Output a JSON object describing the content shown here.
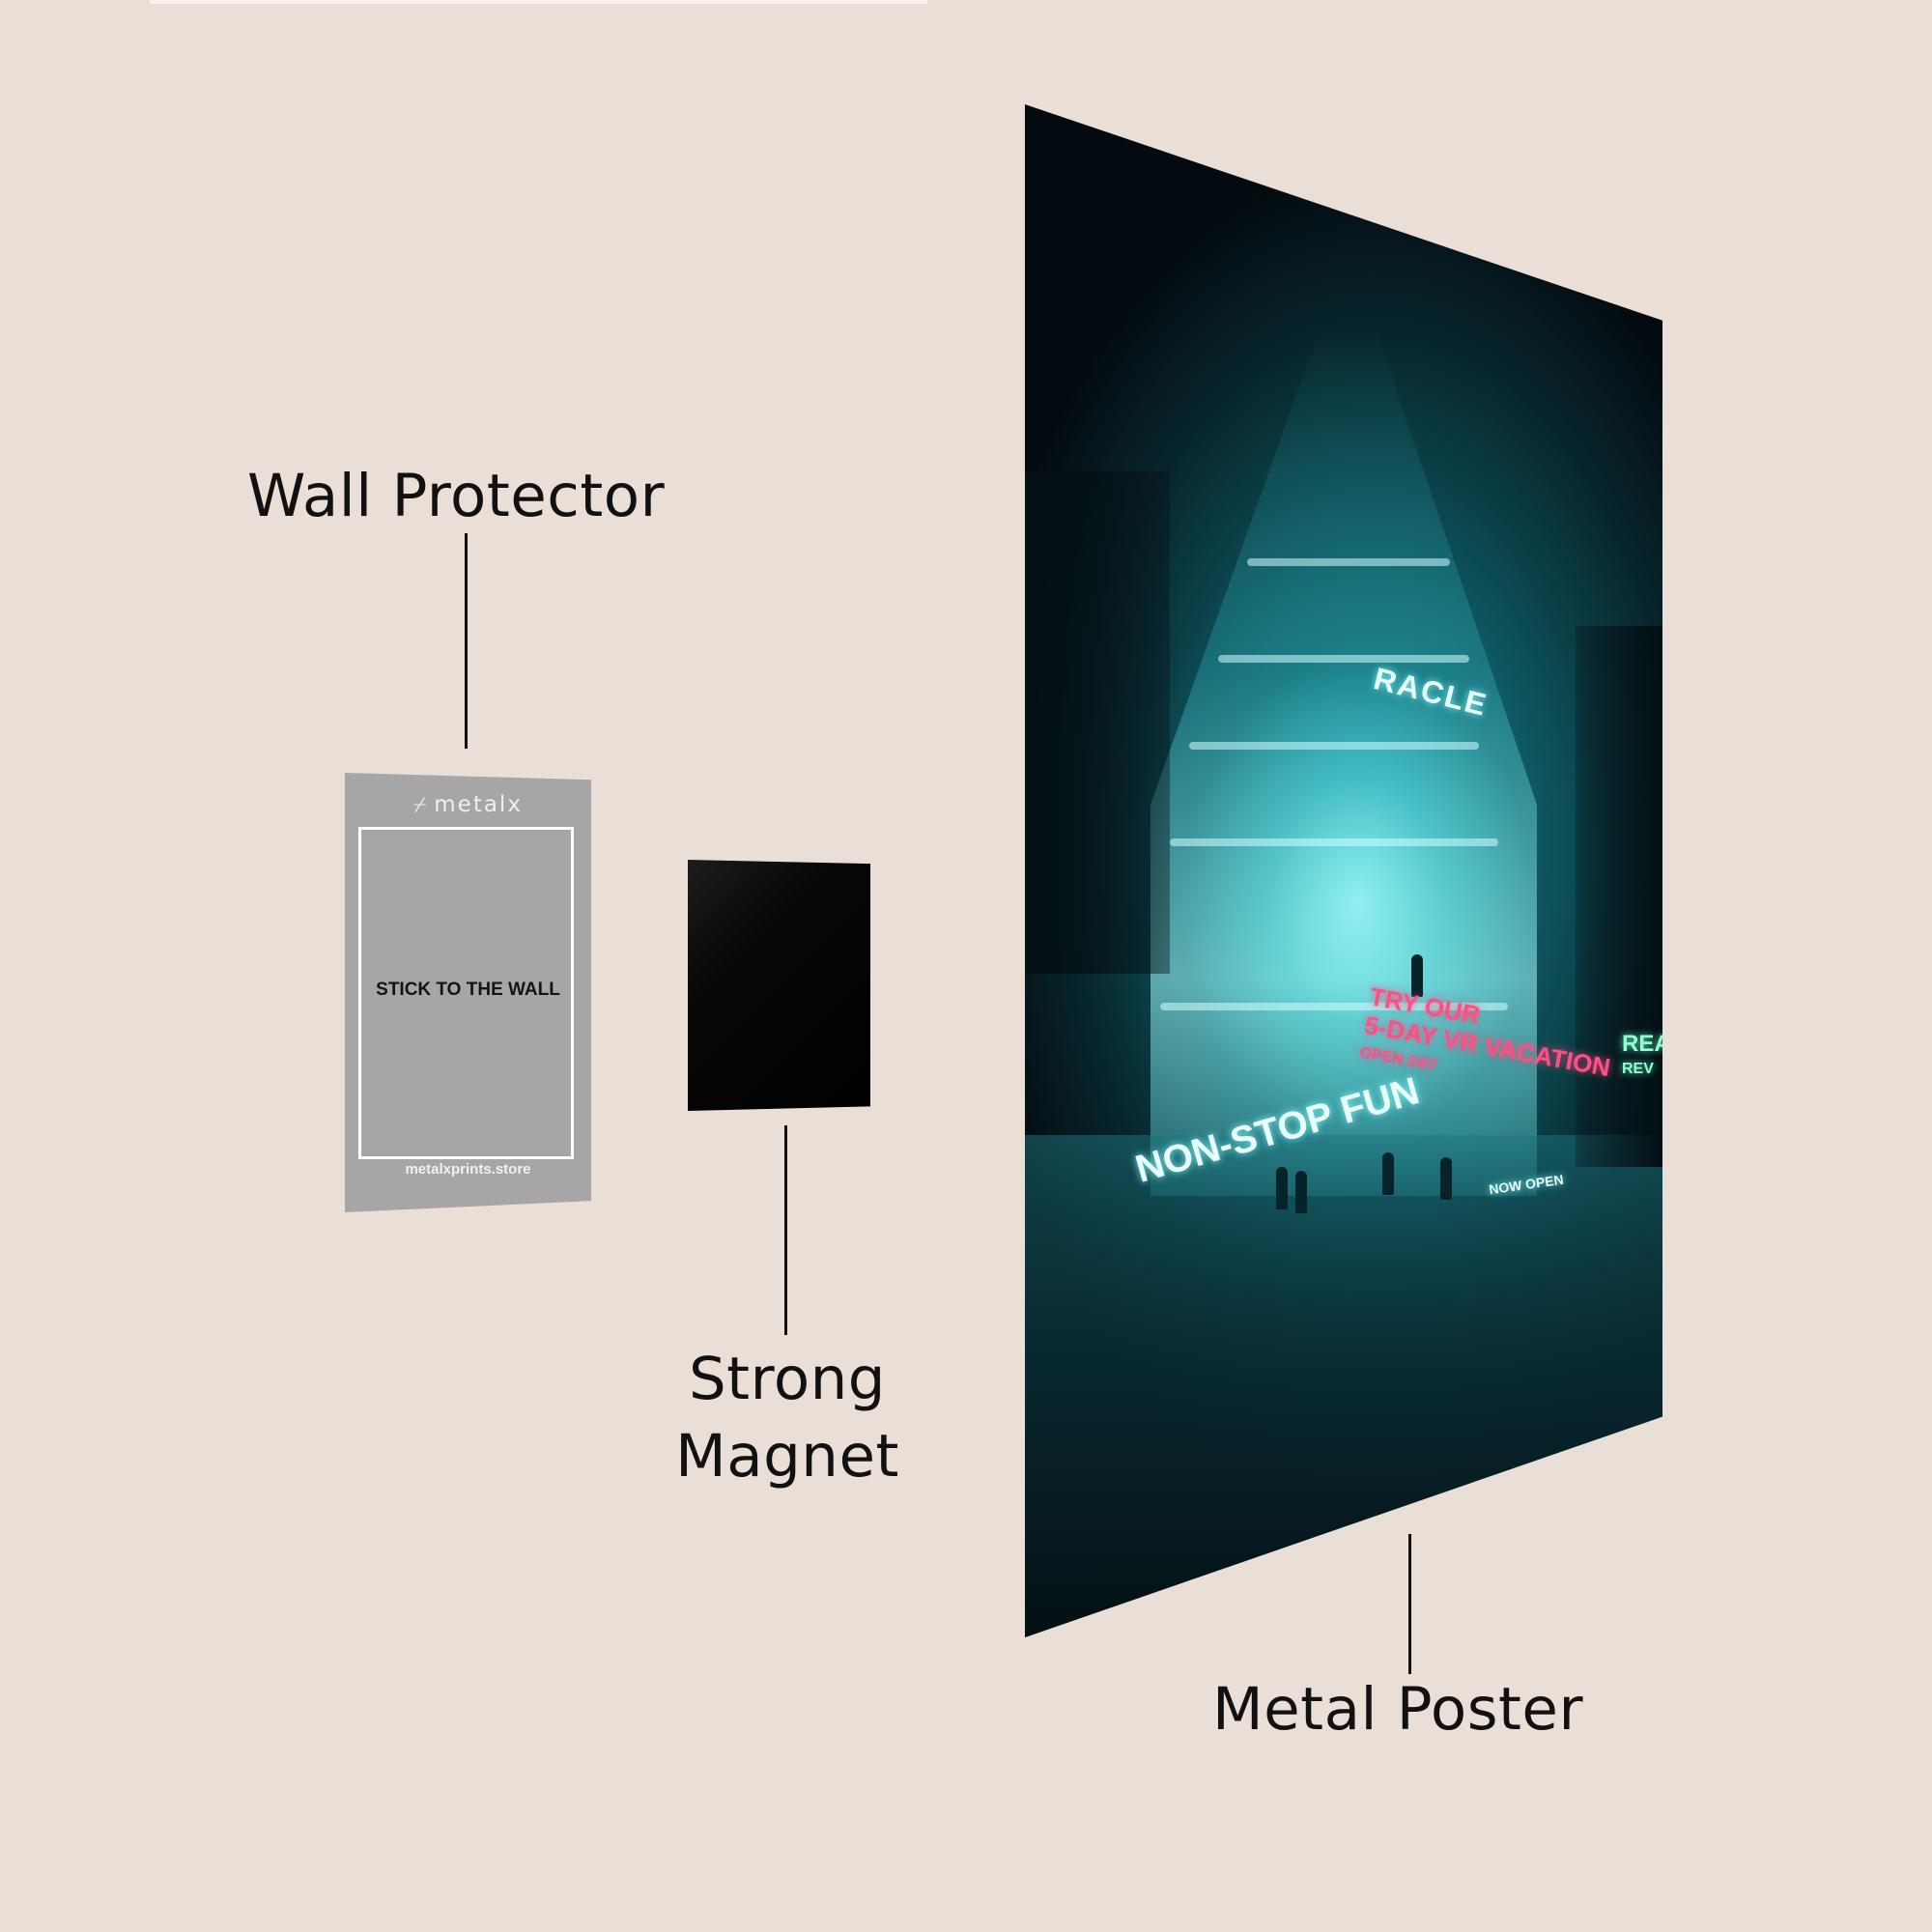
{
  "labels": {
    "wall_protector": "Wall Protector",
    "strong_magnet_line1": "Strong",
    "strong_magnet_line2": "Magnet",
    "metal_poster": "Metal Poster"
  },
  "protector_card": {
    "brand": "metalx",
    "instruction": "STICK TO THE WALL",
    "website": "metalxprints.store",
    "brand_mark_icon": "metalx-logo-icon"
  },
  "poster_artwork": {
    "sign_oracle": "RACLE",
    "sign_nonstop": "NON-STOP FUN",
    "sign_try_line1": "TRY OUR",
    "sign_try_line2": "5-DAY VR VACATION",
    "sign_try_line3": "OPEN 24/7",
    "sign_now_open": "NOW OPEN",
    "sign_real_line1": "REA",
    "sign_real_line2": "REV"
  },
  "colors": {
    "background": "#eadfd7",
    "protector": "#a6a6a6",
    "magnet": "#000000",
    "poster_glow": "#3ecdd2",
    "neon_pink": "#ff4f85"
  }
}
